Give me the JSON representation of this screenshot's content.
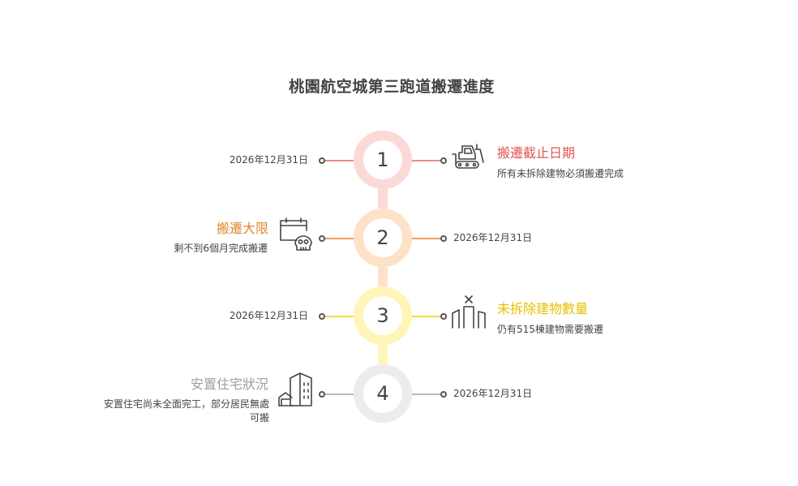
{
  "title": "桃園航空城第三跑道搬遷進度",
  "steps": [
    {
      "number": "1",
      "date": "2026年12月31日",
      "heading": "搬遷截止日期",
      "description": "所有未拆除建物必須搬遷完成",
      "color": "#e35656",
      "ring": "#fcd9d9",
      "line": "#f08a8a",
      "icon": "bulldozer-icon"
    },
    {
      "number": "2",
      "date": "2026年12月31日",
      "heading": "搬遷大限",
      "description": "剩不到6個月完成搬遷",
      "color": "#e08a2f",
      "ring": "#fde2c8",
      "line": "#f0a060",
      "icon": "calendar-skull-icon"
    },
    {
      "number": "3",
      "date": "2026年12月31日",
      "heading": "未拆除建物數量",
      "description": "仍有515棟建物需要搬遷",
      "color": "#e5c000",
      "ring": "#fff5b8",
      "line": "#f2d84a",
      "icon": "buildings-icon"
    },
    {
      "number": "4",
      "date": "2026年12月31日",
      "heading": "安置住宅狀況",
      "description": "安置住宅尚未全面完工，部分居民無處可搬",
      "color": "#9e9e9e",
      "ring": "#ececec",
      "line": "#b8b8b8",
      "icon": "houses-icon"
    }
  ]
}
